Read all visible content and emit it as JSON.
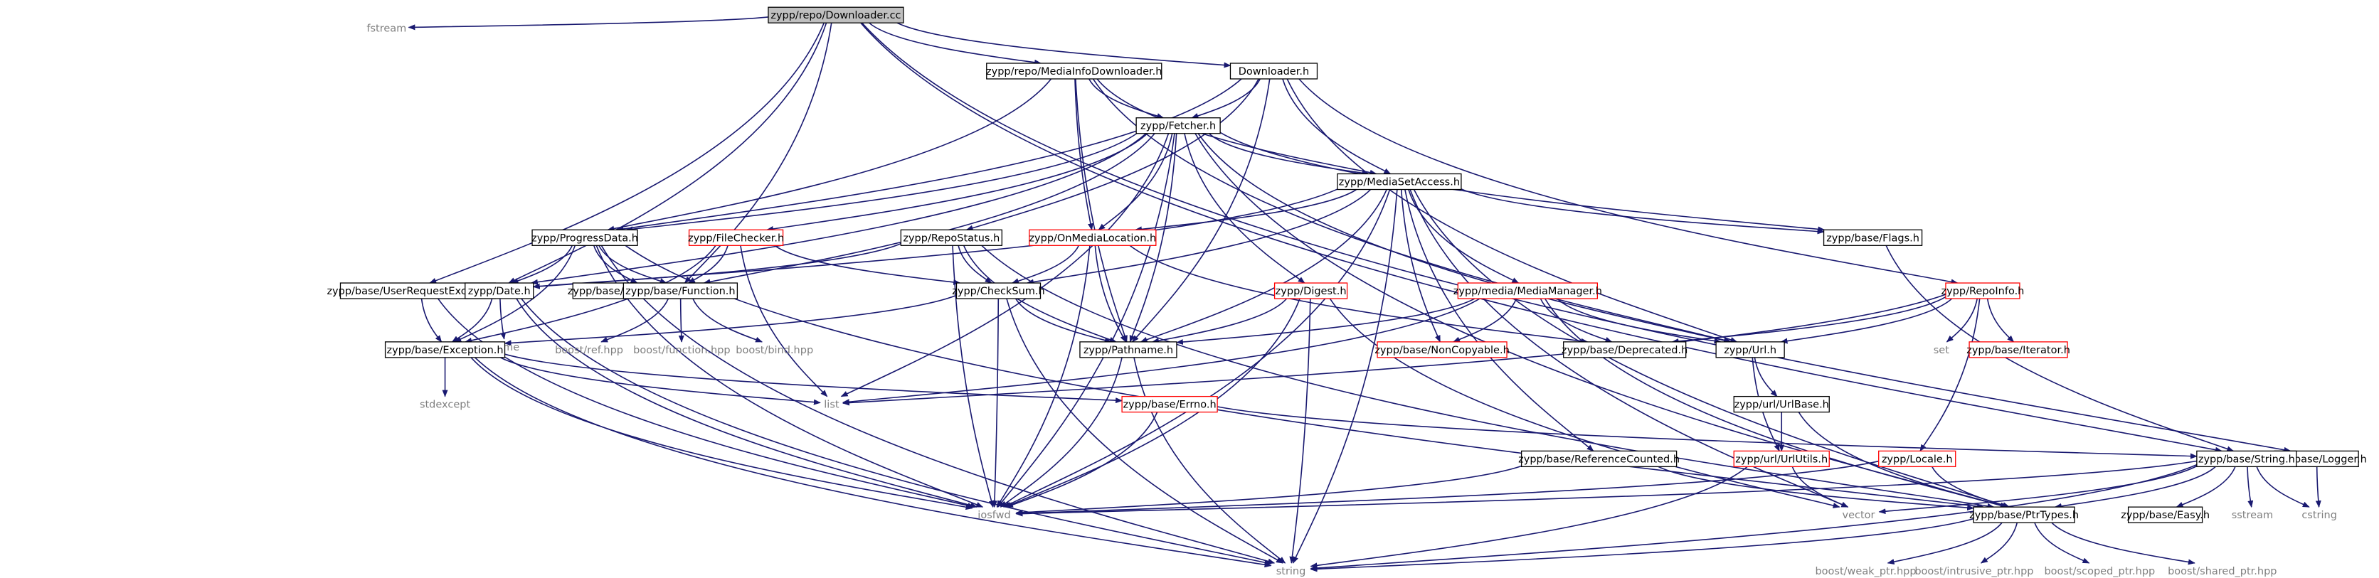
{
  "colors": {
    "edge": "#191970",
    "box_border": "#000000",
    "truncated_border": "#ff0000",
    "root_fill": "#bfbfbf",
    "system_text": "#7f7f7f"
  },
  "nodes": [
    {
      "id": "root",
      "label": "zypp/repo/Downloader.cc",
      "kind": "root"
    },
    {
      "id": "fstream",
      "label": "fstream",
      "kind": "system"
    },
    {
      "id": "mid",
      "label": "zypp/repo/MediaInfoDownloader.h",
      "kind": "box"
    },
    {
      "id": "dl",
      "label": "Downloader.h",
      "kind": "box"
    },
    {
      "id": "logger",
      "label": "zypp/base/Logger.h",
      "kind": "box"
    },
    {
      "id": "fetcher",
      "label": "zypp/Fetcher.h",
      "kind": "box"
    },
    {
      "id": "msa",
      "label": "zypp/MediaSetAccess.h",
      "kind": "box"
    },
    {
      "id": "pd",
      "label": "zypp/ProgressData.h",
      "kind": "box"
    },
    {
      "id": "fc",
      "label": "zypp/FileChecker.h",
      "kind": "trunc"
    },
    {
      "id": "rs",
      "label": "zypp/RepoStatus.h",
      "kind": "box"
    },
    {
      "id": "oml",
      "label": "zypp/OnMediaLocation.h",
      "kind": "trunc"
    },
    {
      "id": "flags",
      "label": "zypp/base/Flags.h",
      "kind": "box"
    },
    {
      "id": "ure",
      "label": "zypp/base/UserRequestException.h",
      "kind": "box"
    },
    {
      "id": "pnid",
      "label": "zypp/base/ProvideNumericId.h",
      "kind": "box"
    },
    {
      "id": "date",
      "label": "zypp/Date.h",
      "kind": "box"
    },
    {
      "id": "func",
      "label": "zypp/base/Function.h",
      "kind": "box"
    },
    {
      "id": "cs",
      "label": "zypp/CheckSum.h",
      "kind": "box"
    },
    {
      "id": "digest",
      "label": "zypp/Digest.h",
      "kind": "trunc"
    },
    {
      "id": "mm",
      "label": "zypp/media/MediaManager.h",
      "kind": "trunc"
    },
    {
      "id": "ri",
      "label": "zypp/RepoInfo.h",
      "kind": "trunc"
    },
    {
      "id": "ctime",
      "label": "ctime",
      "kind": "system"
    },
    {
      "id": "exc",
      "label": "zypp/base/Exception.h",
      "kind": "box"
    },
    {
      "id": "bref",
      "label": "boost/ref.hpp",
      "kind": "system"
    },
    {
      "id": "bfunc",
      "label": "boost/function.hpp",
      "kind": "system"
    },
    {
      "id": "bbind",
      "label": "boost/bind.hpp",
      "kind": "system"
    },
    {
      "id": "pathname",
      "label": "zypp/Pathname.h",
      "kind": "box"
    },
    {
      "id": "noncopy",
      "label": "zypp/base/NonCopyable.h",
      "kind": "trunc"
    },
    {
      "id": "depr",
      "label": "zypp/base/Deprecated.h",
      "kind": "box"
    },
    {
      "id": "url",
      "label": "zypp/Url.h",
      "kind": "box"
    },
    {
      "id": "set",
      "label": "set",
      "kind": "system"
    },
    {
      "id": "iter",
      "label": "zypp/base/Iterator.h",
      "kind": "trunc"
    },
    {
      "id": "stdexcept",
      "label": "stdexcept",
      "kind": "system"
    },
    {
      "id": "list",
      "label": "list",
      "kind": "system"
    },
    {
      "id": "errno",
      "label": "zypp/base/Errno.h",
      "kind": "trunc"
    },
    {
      "id": "urlbase",
      "label": "zypp/url/UrlBase.h",
      "kind": "box"
    },
    {
      "id": "urlutils",
      "label": "zypp/url/UrlUtils.h",
      "kind": "trunc"
    },
    {
      "id": "locale",
      "label": "zypp/Locale.h",
      "kind": "trunc"
    },
    {
      "id": "refc",
      "label": "zypp/base/ReferenceCounted.h",
      "kind": "box"
    },
    {
      "id": "string_h",
      "label": "zypp/base/String.h",
      "kind": "box"
    },
    {
      "id": "cstring",
      "label": "cstring",
      "kind": "system"
    },
    {
      "id": "iosfwd",
      "label": "iosfwd",
      "kind": "system"
    },
    {
      "id": "vector",
      "label": "vector",
      "kind": "system"
    },
    {
      "id": "ptrtypes",
      "label": "zypp/base/PtrTypes.h",
      "kind": "box"
    },
    {
      "id": "easy",
      "label": "zypp/base/Easy.h",
      "kind": "box"
    },
    {
      "id": "sstream",
      "label": "sstream",
      "kind": "system"
    },
    {
      "id": "string",
      "label": "string",
      "kind": "system"
    },
    {
      "id": "bweak",
      "label": "boost/weak_ptr.hpp",
      "kind": "system"
    },
    {
      "id": "bintr",
      "label": "boost/intrusive_ptr.hpp",
      "kind": "system"
    },
    {
      "id": "bscoped",
      "label": "boost/scoped_ptr.hpp",
      "kind": "system"
    },
    {
      "id": "bshared",
      "label": "boost/shared_ptr.hpp",
      "kind": "system"
    }
  ],
  "edges": [
    [
      "root",
      "fstream"
    ],
    [
      "root",
      "mid"
    ],
    [
      "root",
      "dl"
    ],
    [
      "root",
      "logger"
    ],
    [
      "root",
      "ure"
    ],
    [
      "root",
      "date"
    ],
    [
      "root",
      "func"
    ],
    [
      "root",
      "string_h"
    ],
    [
      "mid",
      "fetcher"
    ],
    [
      "mid",
      "msa"
    ],
    [
      "mid",
      "pd"
    ],
    [
      "mid",
      "oml"
    ],
    [
      "mid",
      "pathname"
    ],
    [
      "mid",
      "url"
    ],
    [
      "dl",
      "fetcher"
    ],
    [
      "dl",
      "msa"
    ],
    [
      "dl",
      "pd"
    ],
    [
      "dl",
      "rs"
    ],
    [
      "dl",
      "pathname"
    ],
    [
      "dl",
      "ri"
    ],
    [
      "dl",
      "url"
    ],
    [
      "logger",
      "cstring"
    ],
    [
      "fetcher",
      "msa"
    ],
    [
      "fetcher",
      "pd"
    ],
    [
      "fetcher",
      "fc"
    ],
    [
      "fetcher",
      "oml"
    ],
    [
      "fetcher",
      "flags"
    ],
    [
      "fetcher",
      "digest"
    ],
    [
      "fetcher",
      "pathname"
    ],
    [
      "fetcher",
      "url"
    ],
    [
      "fetcher",
      "list"
    ],
    [
      "fetcher",
      "iosfwd"
    ],
    [
      "fetcher",
      "func"
    ],
    [
      "fetcher",
      "ptrtypes"
    ],
    [
      "fetcher",
      "date"
    ],
    [
      "msa",
      "oml"
    ],
    [
      "msa",
      "mm"
    ],
    [
      "msa",
      "pathname"
    ],
    [
      "msa",
      "cs"
    ],
    [
      "msa",
      "noncopy"
    ],
    [
      "msa",
      "flags"
    ],
    [
      "msa",
      "iosfwd"
    ],
    [
      "msa",
      "vector"
    ],
    [
      "msa",
      "refc"
    ],
    [
      "msa",
      "string"
    ],
    [
      "msa",
      "ptrtypes"
    ],
    [
      "msa",
      "date"
    ],
    [
      "pd",
      "date"
    ],
    [
      "pd",
      "func"
    ],
    [
      "pd",
      "pnid"
    ],
    [
      "pd",
      "exc"
    ],
    [
      "pd",
      "iosfwd"
    ],
    [
      "pd",
      "string"
    ],
    [
      "pd",
      "ptrtypes"
    ],
    [
      "fc",
      "exc"
    ],
    [
      "fc",
      "func"
    ],
    [
      "fc",
      "cs"
    ],
    [
      "fc",
      "list"
    ],
    [
      "rs",
      "cs"
    ],
    [
      "rs",
      "date"
    ],
    [
      "rs",
      "pathname"
    ],
    [
      "rs",
      "iosfwd"
    ],
    [
      "rs",
      "ptrtypes"
    ],
    [
      "oml",
      "cs"
    ],
    [
      "oml",
      "pathname"
    ],
    [
      "oml",
      "depr"
    ],
    [
      "oml",
      "iosfwd"
    ],
    [
      "flags",
      "string_h"
    ],
    [
      "ure",
      "exc"
    ],
    [
      "ure",
      "iosfwd"
    ],
    [
      "date",
      "ctime"
    ],
    [
      "date",
      "exc"
    ],
    [
      "date",
      "iosfwd"
    ],
    [
      "date",
      "string"
    ],
    [
      "func",
      "bref"
    ],
    [
      "func",
      "bfunc"
    ],
    [
      "func",
      "bbind"
    ],
    [
      "cs",
      "exc"
    ],
    [
      "cs",
      "pathname"
    ],
    [
      "cs",
      "iosfwd"
    ],
    [
      "cs",
      "string"
    ],
    [
      "digest",
      "pathname"
    ],
    [
      "digest",
      "iosfwd"
    ],
    [
      "digest",
      "string"
    ],
    [
      "digest",
      "vector"
    ],
    [
      "mm",
      "pathname"
    ],
    [
      "mm",
      "noncopy"
    ],
    [
      "mm",
      "depr"
    ],
    [
      "mm",
      "url"
    ],
    [
      "mm",
      "list"
    ],
    [
      "mm",
      "ptrtypes"
    ],
    [
      "ri",
      "url"
    ],
    [
      "ri",
      "depr"
    ],
    [
      "ri",
      "set"
    ],
    [
      "ri",
      "iter"
    ],
    [
      "ri",
      "locale"
    ],
    [
      "ri",
      "list"
    ],
    [
      "exc",
      "stdexcept"
    ],
    [
      "exc",
      "list"
    ],
    [
      "exc",
      "errno"
    ],
    [
      "exc",
      "iosfwd"
    ],
    [
      "exc",
      "string"
    ],
    [
      "pathname",
      "iosfwd"
    ],
    [
      "pathname",
      "string"
    ],
    [
      "url",
      "urlbase"
    ],
    [
      "url",
      "urlutils"
    ],
    [
      "errno",
      "iosfwd"
    ],
    [
      "errno",
      "string_h"
    ],
    [
      "urlbase",
      "urlutils"
    ],
    [
      "urlbase",
      "ptrtypes"
    ],
    [
      "urlutils",
      "vector"
    ],
    [
      "urlutils",
      "string"
    ],
    [
      "locale",
      "iosfwd"
    ],
    [
      "locale",
      "ptrtypes"
    ],
    [
      "refc",
      "iosfwd"
    ],
    [
      "refc",
      "ptrtypes"
    ],
    [
      "string_h",
      "cstring"
    ],
    [
      "string_h",
      "iosfwd"
    ],
    [
      "string_h",
      "vector"
    ],
    [
      "string_h",
      "easy"
    ],
    [
      "string_h",
      "sstream"
    ],
    [
      "string_h",
      "string"
    ],
    [
      "string_h",
      "ptrtypes"
    ],
    [
      "ptrtypes",
      "bweak"
    ],
    [
      "ptrtypes",
      "bintr"
    ],
    [
      "ptrtypes",
      "bscoped"
    ],
    [
      "ptrtypes",
      "bshared"
    ],
    [
      "ptrtypes",
      "string"
    ]
  ]
}
